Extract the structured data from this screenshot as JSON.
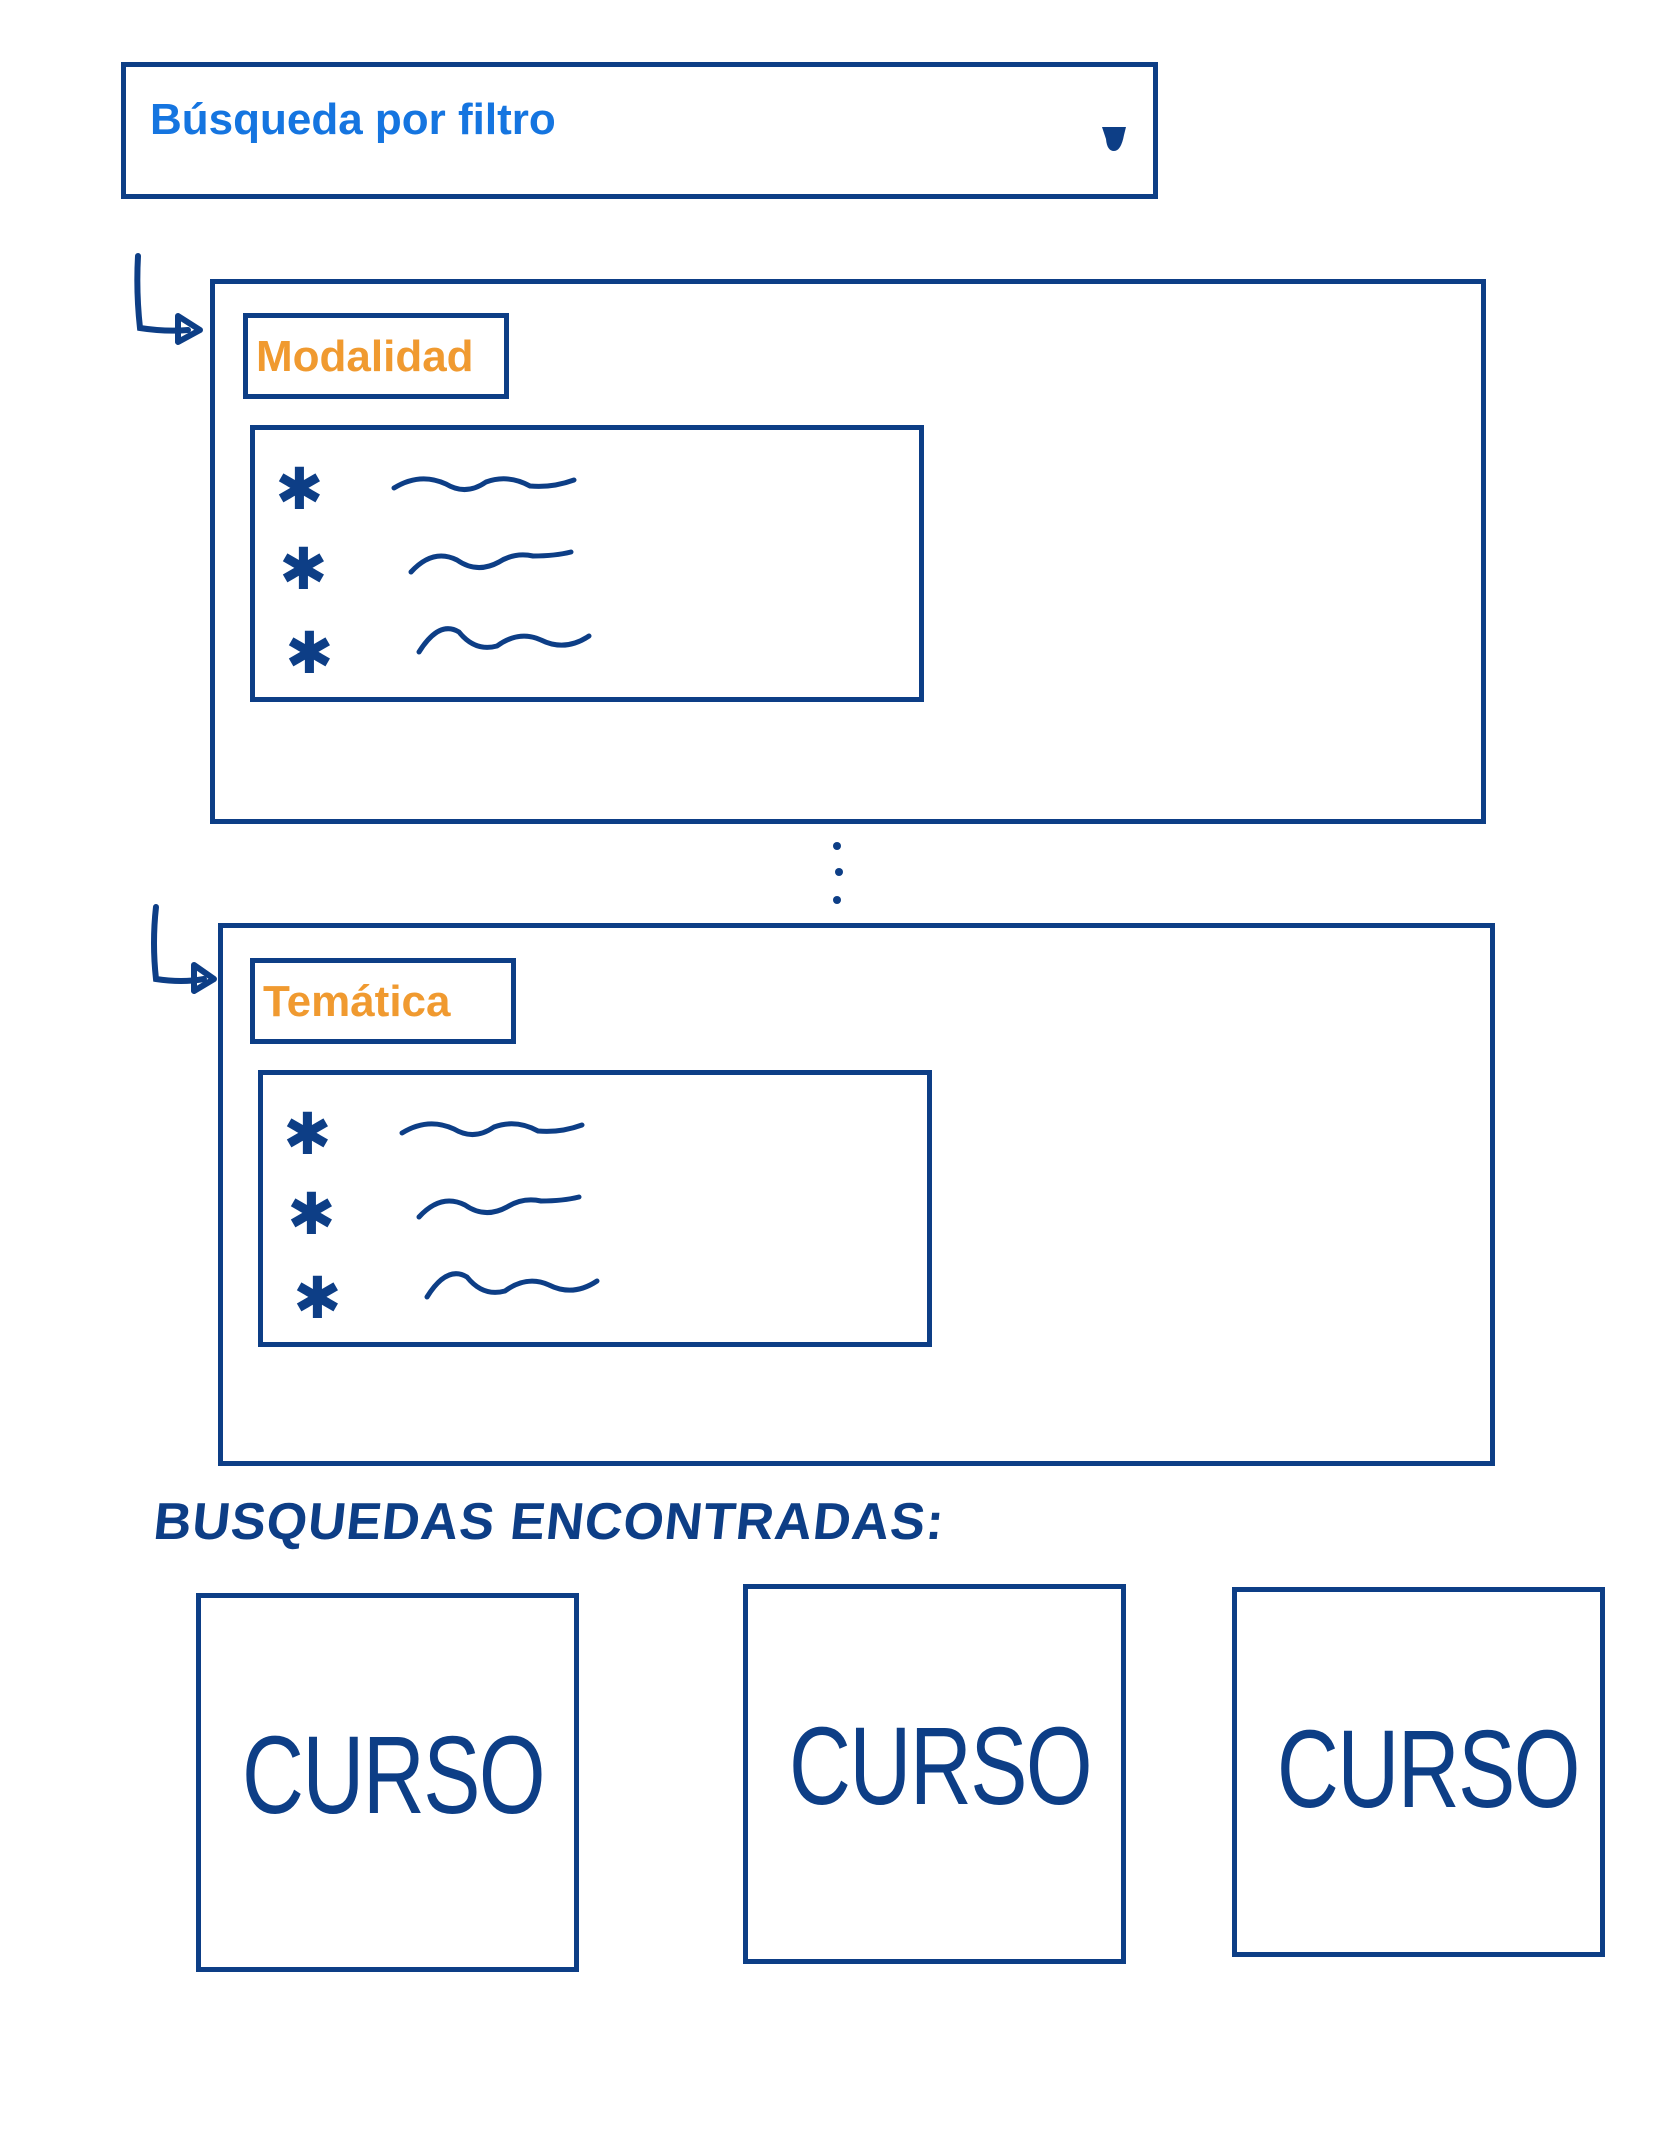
{
  "filter_dropdown": {
    "label": "Búsqueda por filtro",
    "caret_icon": "caret-down-icon"
  },
  "filters": [
    {
      "title": "Modalidad",
      "options": [
        "",
        "",
        ""
      ]
    },
    {
      "title": "Temática",
      "options": [
        "",
        "",
        ""
      ]
    }
  ],
  "results": {
    "title": "BUSQUEDAS ENCONTRADAS:",
    "cards": [
      {
        "label": "CURSO"
      },
      {
        "label": "CURSO"
      },
      {
        "label": "CURSO"
      }
    ]
  },
  "colors": {
    "ink": "#0d3e86",
    "dropdown_text": "#1575e0",
    "filter_title": "#f09a30",
    "background": "#ffffff"
  }
}
